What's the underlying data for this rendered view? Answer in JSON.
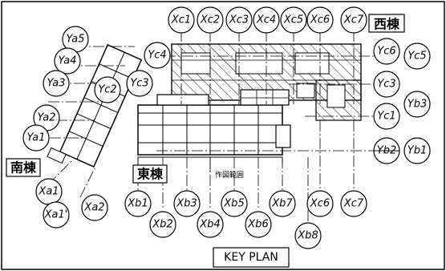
{
  "title": "KEY PLAN",
  "buildings": {
    "west": "西棟",
    "south": "南棟",
    "east": "東棟"
  },
  "drawing_range": "作図範囲",
  "grid_labels": {
    "xc": [
      "Xc1",
      "Xc2",
      "Xc3",
      "Xc4",
      "Xc5",
      "Xc6",
      "Xc7"
    ],
    "yc_right": [
      "Yc6",
      "Yc5",
      "Yc3",
      "Yb3",
      "Yc1",
      "Yb2",
      "Yb1"
    ],
    "yc_left": [
      "Yc4",
      "Yc2",
      "Yc3"
    ],
    "ya": [
      "Ya5",
      "Ya4",
      "Ya3",
      "Ya2",
      "Ya1"
    ],
    "xa": [
      "Xa1",
      "Xa2",
      "Xa1'"
    ],
    "xb": [
      "Xb1",
      "Xb2",
      "Xb3",
      "Xb4",
      "Xb5",
      "Xb6",
      "Xb7",
      "Xc6",
      "Xb8",
      "Xc7"
    ]
  },
  "colors": {
    "line": "#000000",
    "background": "#ffffff"
  }
}
